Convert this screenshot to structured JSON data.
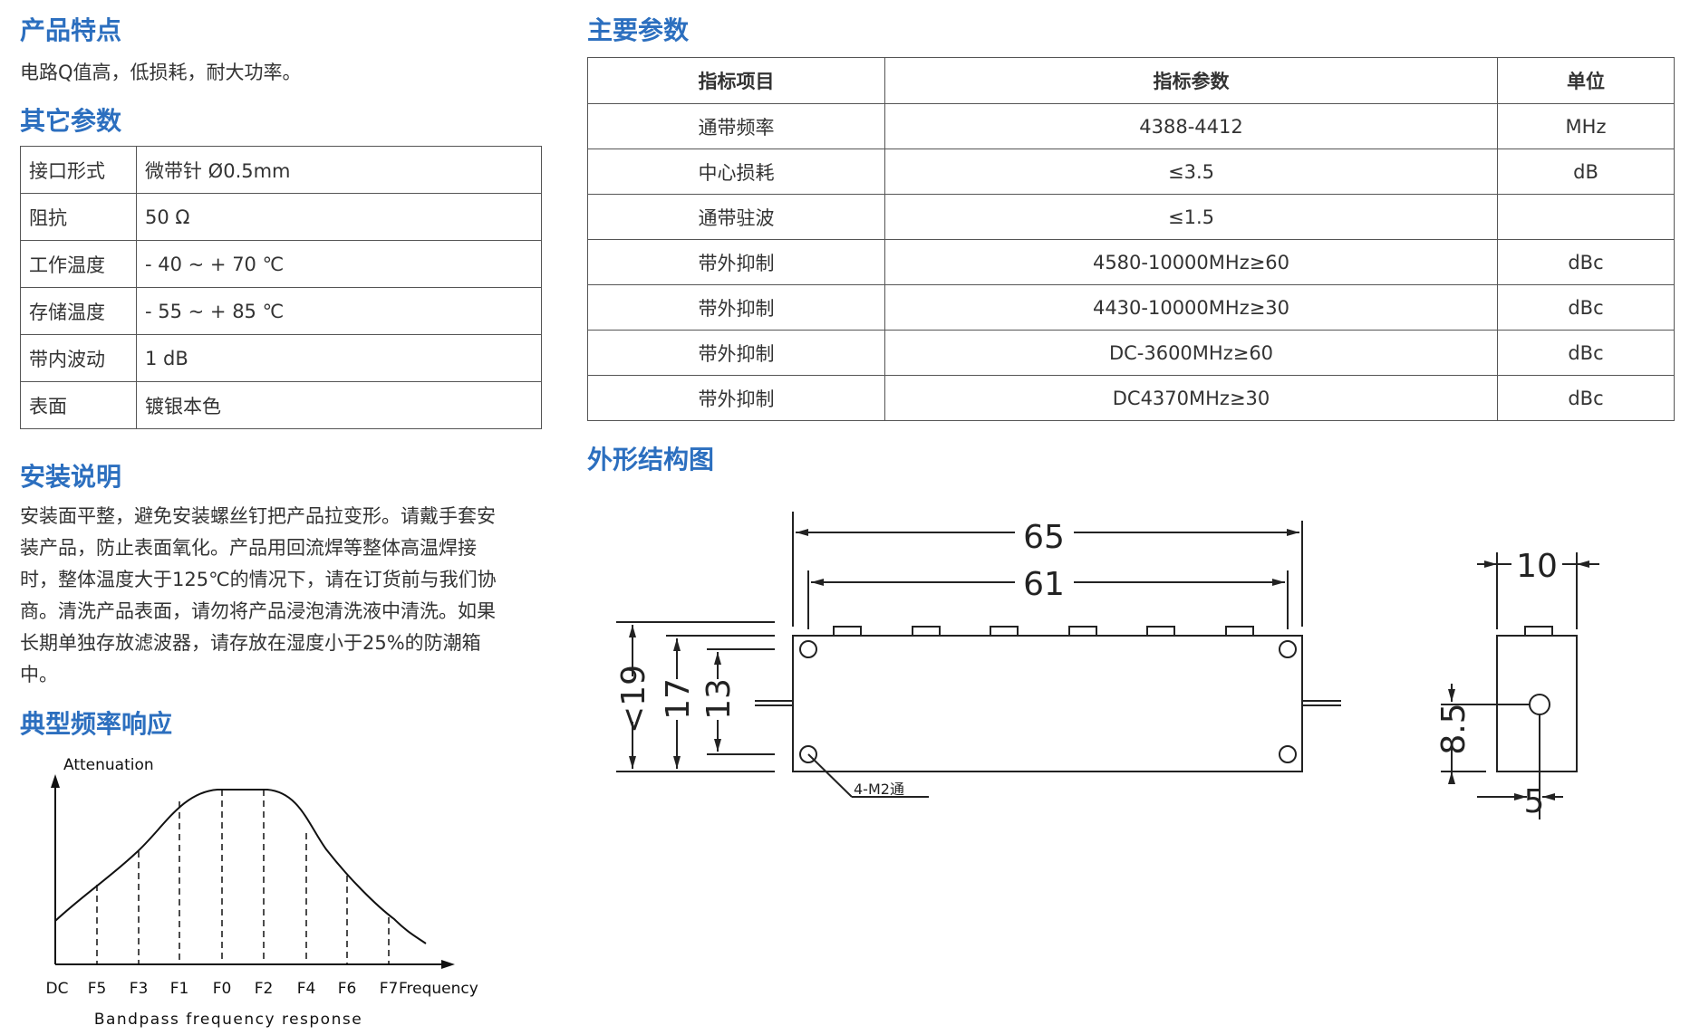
{
  "features": {
    "title": "产品特点",
    "text": "电路Q值高，低损耗，耐大功率。"
  },
  "other_params": {
    "title": "其它参数",
    "rows": [
      {
        "name": "接口形式",
        "value": "微带针 Ø0.5mm"
      },
      {
        "name": "阻抗",
        "value": "50 Ω"
      },
      {
        "name": "工作温度",
        "value": "- 40 ~ + 70 ℃"
      },
      {
        "name": "存储温度",
        "value": "- 55 ~ + 85 ℃"
      },
      {
        "name": "带内波动",
        "value": "1 dB"
      },
      {
        "name": "表面",
        "value": "镀银本色"
      }
    ]
  },
  "install": {
    "title": "安装说明",
    "lines": [
      "安装面平整，避免安装螺丝钉把产品拉变形。请戴手套安",
      "装产品，防止表面氧化。产品用回流焊等整体高温焊接",
      "时，整体温度大于125℃的情况下，请在订货前与我们协",
      "商。清洗产品表面，请勿将产品浸泡清洗液中清洗。如果",
      "长期单独存放滤波器，请存放在湿度小于25%的防潮箱",
      "中。"
    ]
  },
  "response": {
    "title": "典型频率响应",
    "y_label": "Attenuation",
    "x_label": "Frequency",
    "ticks": [
      "DC",
      "F5",
      "F3",
      "F1",
      "F0",
      "F2",
      "F4",
      "F6",
      "F7"
    ],
    "caption": "Bandpass frequency response"
  },
  "main_params": {
    "title": "主要参数",
    "headers": [
      "指标项目",
      "指标参数",
      "单位"
    ],
    "rows": [
      {
        "item": "通带频率",
        "value": "4388-4412",
        "unit": "MHz"
      },
      {
        "item": "中心损耗",
        "value": "≤3.5",
        "unit": "dB"
      },
      {
        "item": "通带驻波",
        "value": "≤1.5",
        "unit": ""
      },
      {
        "item": "带外抑制",
        "value": "4580-10000MHz≥60",
        "unit": "dBc"
      },
      {
        "item": "带外抑制",
        "value": "4430-10000MHz≥30",
        "unit": "dBc"
      },
      {
        "item": "带外抑制",
        "value": "DC-3600MHz≥60",
        "unit": "dBc"
      },
      {
        "item": "带外抑制",
        "value": "DC4370MHz≥30",
        "unit": "dBc"
      }
    ]
  },
  "drawing": {
    "title": "外形结构图",
    "dim_65": "65",
    "dim_61": "61",
    "dim_19": "<19",
    "dim_17": "17",
    "dim_13": "13",
    "dim_10": "10",
    "dim_8_5": "8.5",
    "dim_5": "5",
    "hole_note": "4-M2通"
  }
}
